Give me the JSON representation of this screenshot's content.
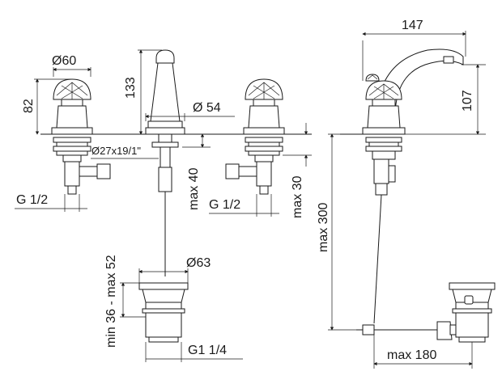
{
  "dimensions": {
    "knob_diameter": "Ø60",
    "knob_height": "82",
    "spout_height": "133",
    "spout_base_diameter": "Ø 54",
    "thread_spec": "Ø27x19/1\"",
    "inlet_left": "G 1/2",
    "inlet_right": "G 1/2",
    "max_shank_left": "max 40",
    "max_shank_right": "max 30",
    "drain_range": "min 36 - max 52",
    "drain_diameter": "Ø63",
    "drain_thread": "G1 1/4",
    "spout_reach": "147",
    "side_height": "107",
    "max_rod_length": "max 300",
    "max_rod_reach": "max 180"
  },
  "colors": {
    "line": "#1a1a1a",
    "fill_light": "#d9d9d9",
    "fill_dark": "#555555"
  }
}
